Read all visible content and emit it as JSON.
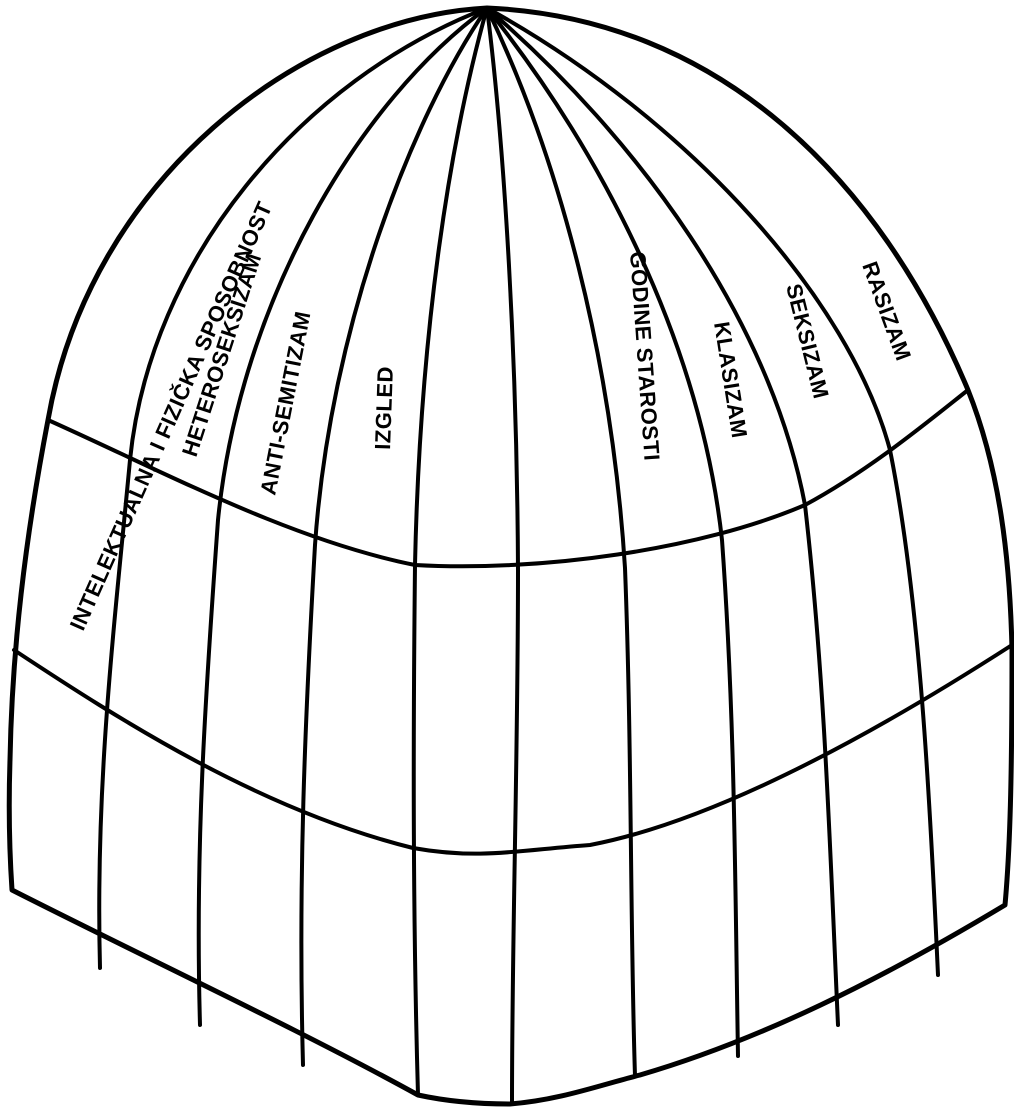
{
  "diagram": {
    "labels": [
      "INTELEKTUALNA I FIZIČKA SPOSOBNOST",
      "HETEROSEKSIZAM",
      "ANTI-SEMITIZAM",
      "IZGLED",
      "GODINE STAROSTI",
      "KLASIZAM",
      "SEKSIZAM",
      "RASIZAM"
    ],
    "colors": {
      "line": "#000000",
      "background": "#ffffff"
    }
  }
}
